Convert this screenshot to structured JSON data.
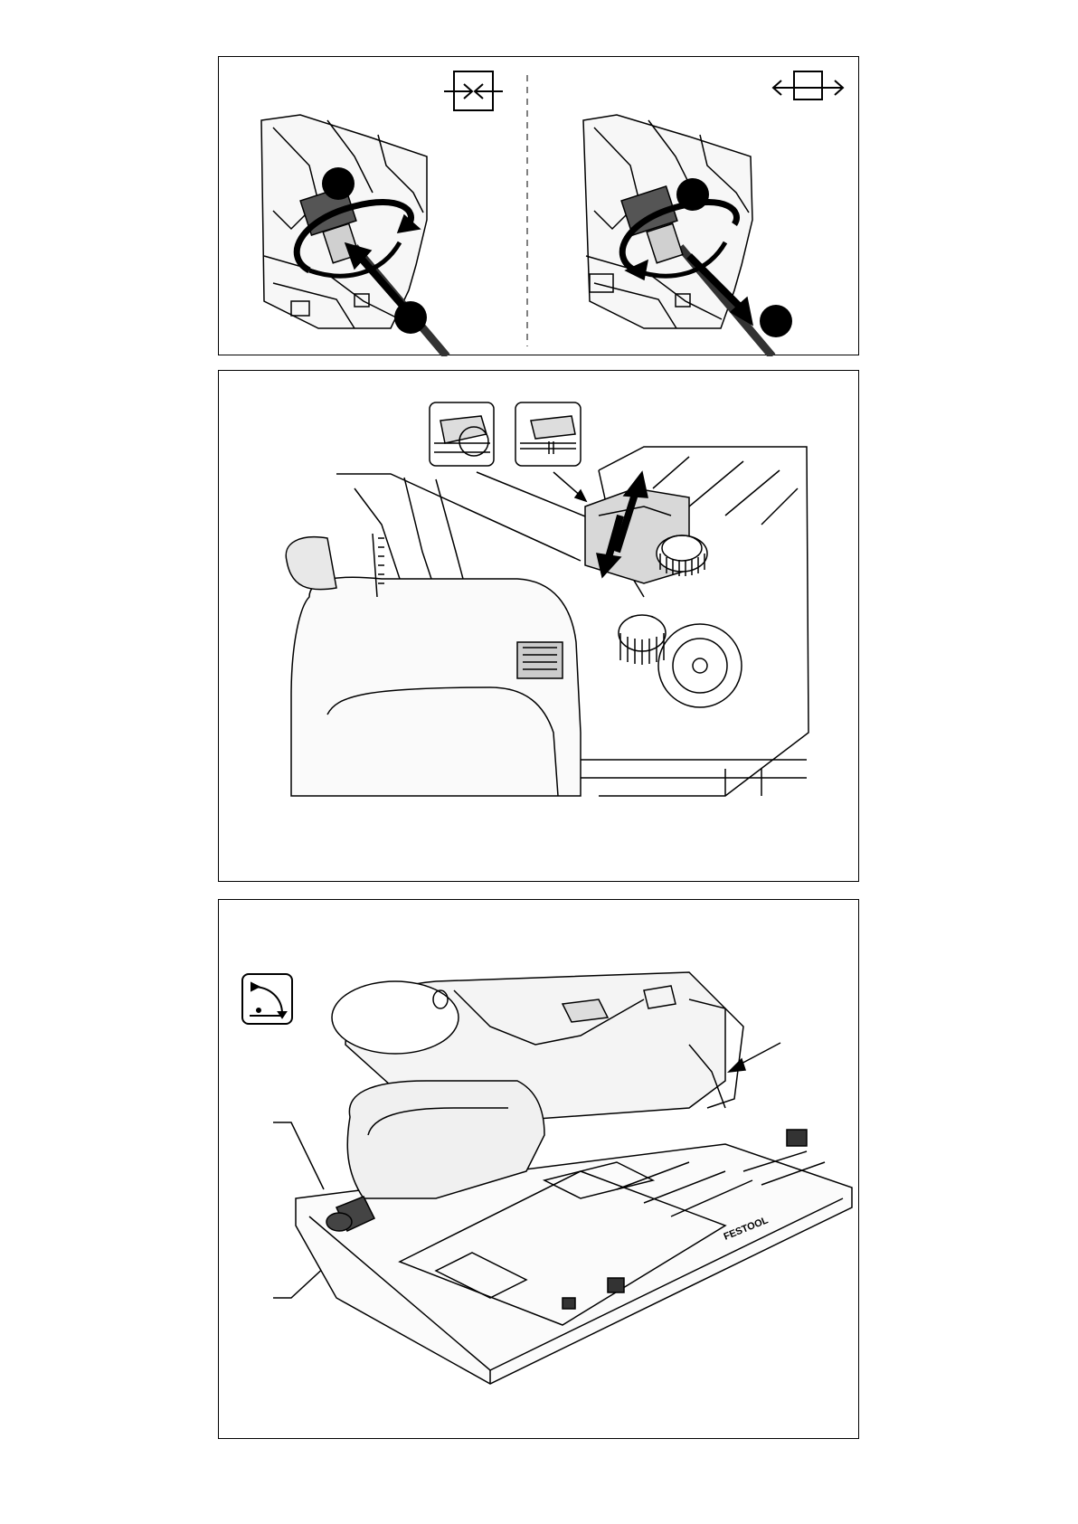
{
  "page": {
    "background": "#ffffff",
    "line_color": "#000000"
  },
  "panels": [
    {
      "name": "clamp-lever-panel",
      "left_icon": "arrows-inward-clamp-icon",
      "right_icon": "arrows-outward-release-icon",
      "callout_markers": [
        "filled-circle",
        "filled-circle",
        "filled-circle",
        "filled-circle"
      ]
    },
    {
      "name": "depth-stop-panel",
      "thumbnail_icons": [
        "saw-blade-plunge-icon",
        "saw-on-rail-icon"
      ]
    },
    {
      "name": "bevel-angle-panel",
      "angle_icon": "bevel-angle-icon",
      "brand": "FESTOOL"
    }
  ]
}
